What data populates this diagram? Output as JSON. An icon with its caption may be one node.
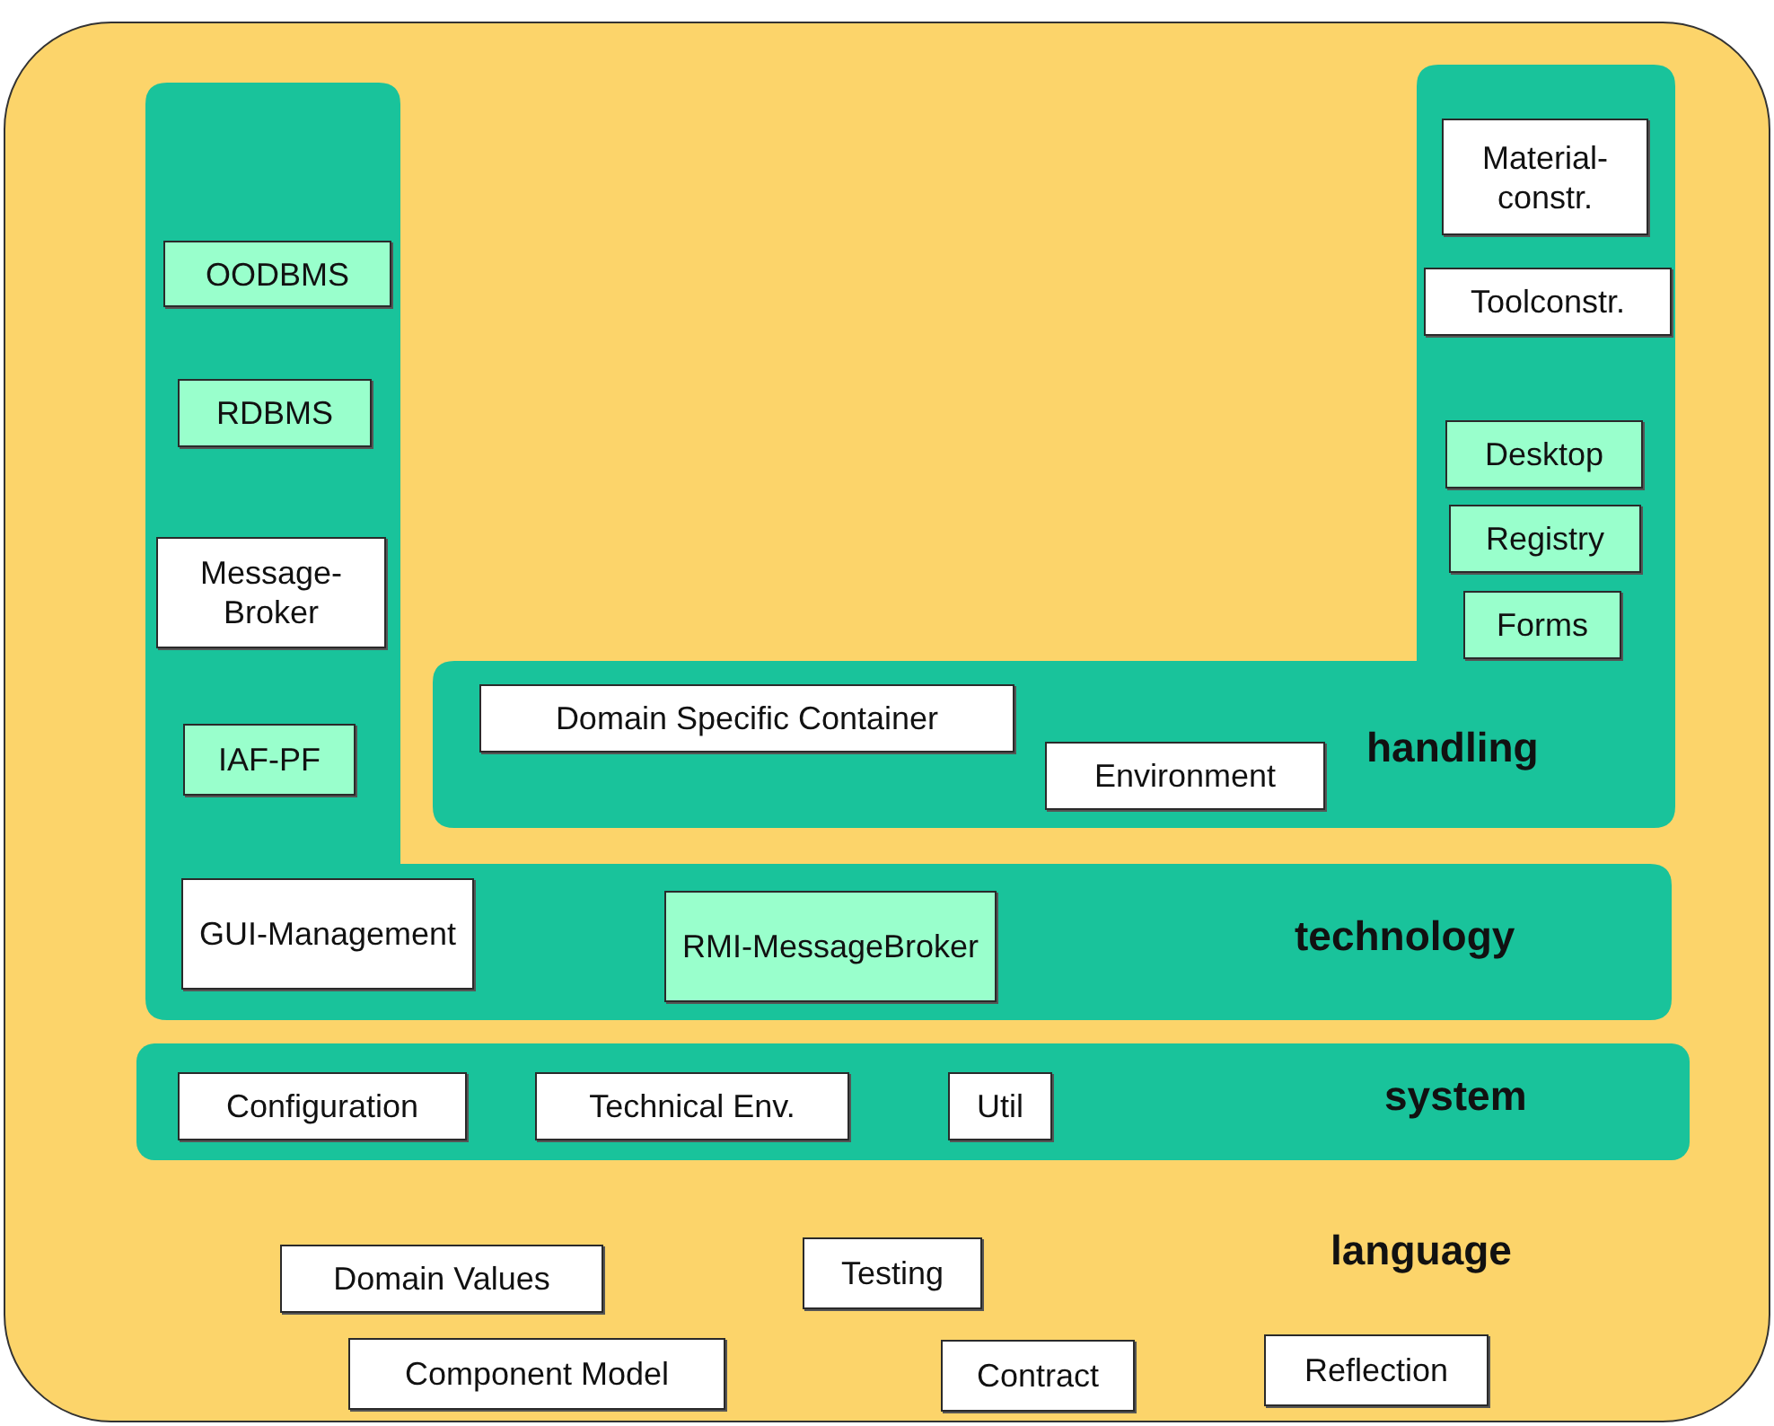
{
  "diagram": {
    "nodes": [
      {
        "text": [
          "language"
        ]
      },
      {
        "text": [
          "technology"
        ],
        "in": 0
      },
      {
        "text": [
          "OODBMS"
        ],
        "in": 1
      },
      {
        "text": [
          "RDBMS"
        ],
        "in": 1
      },
      {
        "text": [
          "Message-Broker"
        ],
        "in": 1
      },
      {
        "text": [
          "IAF-PF"
        ],
        "in": 1
      },
      {
        "text": [
          "handling"
        ],
        "in": 0
      },
      {
        "text": [
          "Material-constr."
        ],
        "in": 6
      },
      {
        "text": [
          "Toolconstr."
        ],
        "in": 6
      },
      {
        "text": [
          "Desktop"
        ],
        "in": 6
      },
      {
        "text": [
          "Registry"
        ],
        "in": 6
      },
      {
        "text": [
          "Forms"
        ],
        "in": 6
      },
      {
        "text": [
          "Domain Specific Container"
        ],
        "in": 6
      },
      {
        "text": [
          "Environment"
        ],
        "in": 6
      },
      {
        "text": [
          "GUI-Management"
        ],
        "in": 1
      },
      {
        "text": [
          "RMI-MessageBroker"
        ],
        "in": 1
      },
      {
        "text": [
          "system"
        ],
        "in": 0
      },
      {
        "text": [
          "Configuration"
        ],
        "in": 16
      },
      {
        "text": [
          "Technical Env."
        ],
        "in": 16
      },
      {
        "text": [
          "Util"
        ],
        "in": 16
      },
      {
        "text": [
          "Domain Values"
        ],
        "in": 0
      },
      {
        "text": [
          "Testing"
        ],
        "in": 0
      },
      {
        "text": [
          "Component Model"
        ],
        "in": 0
      },
      {
        "text": [
          "Contract"
        ],
        "in": 0
      },
      {
        "text": [
          "Reflection"
        ],
        "in": 0
      }
    ]
  }
}
